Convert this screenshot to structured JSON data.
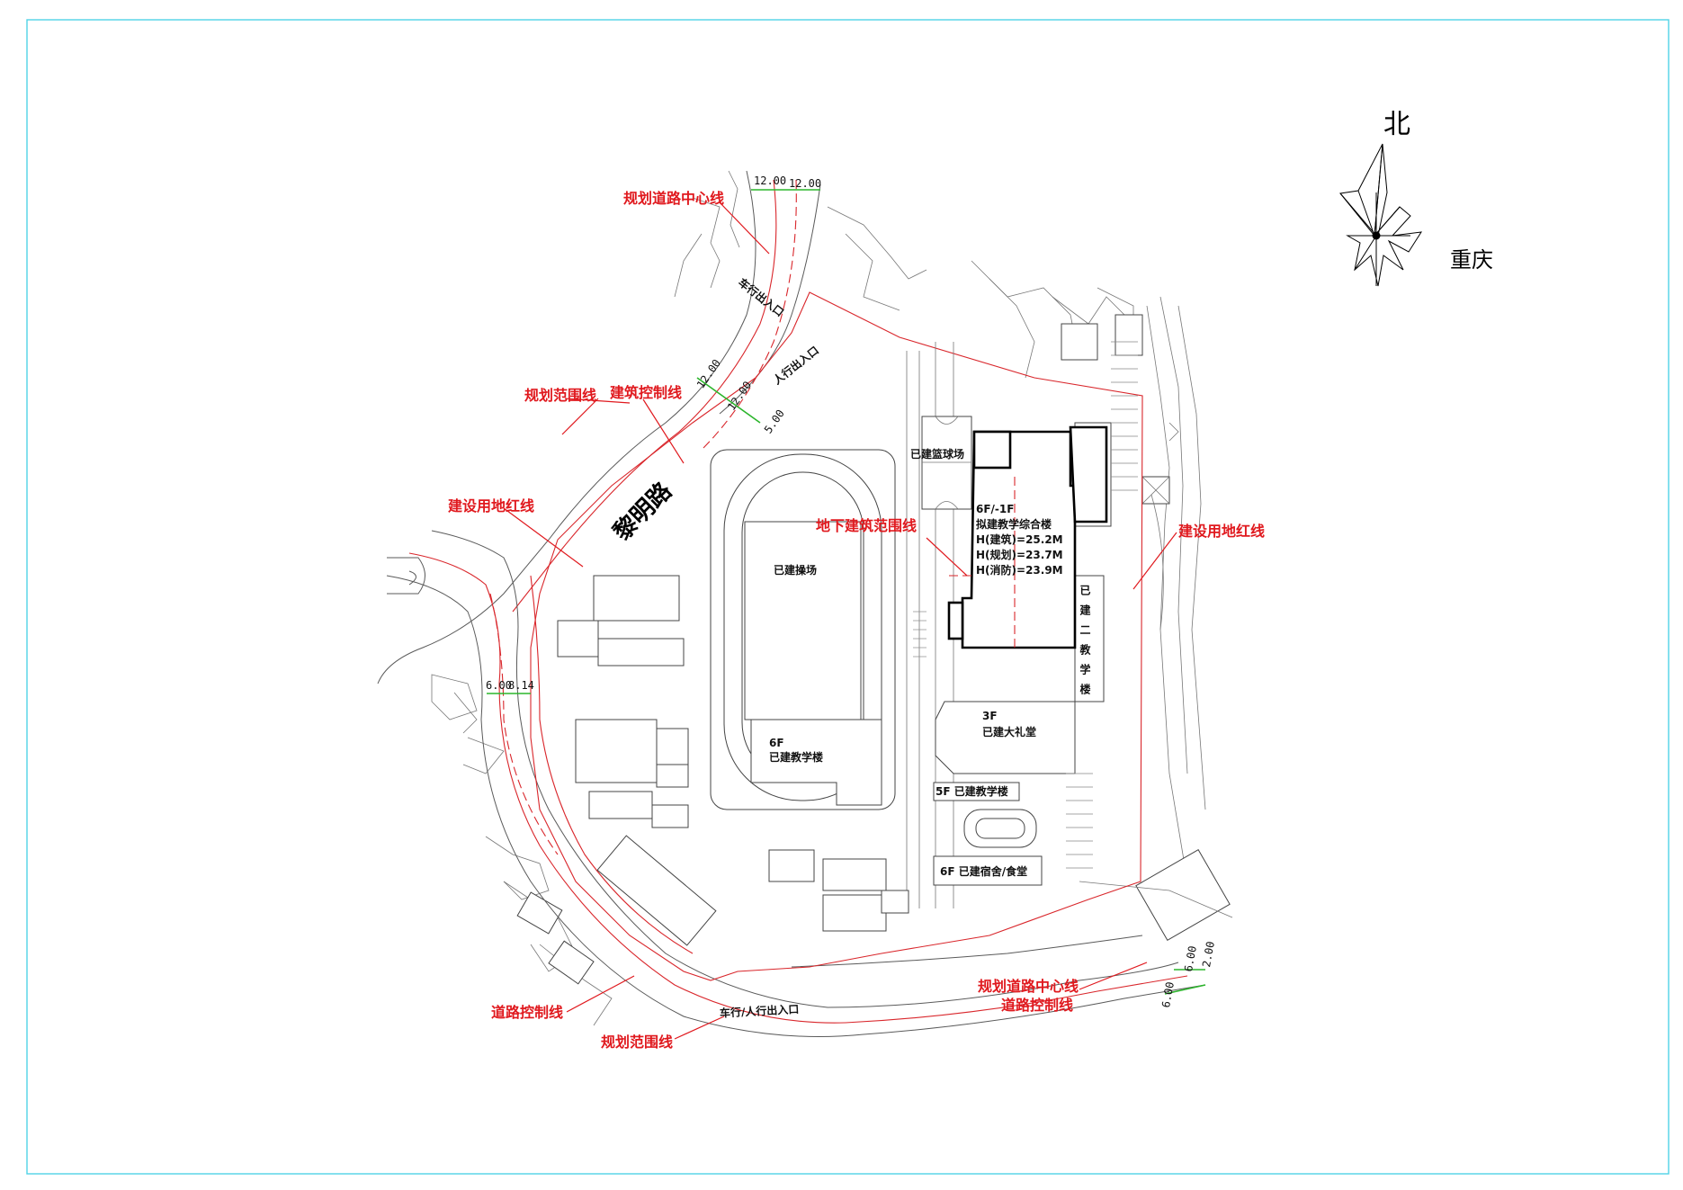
{
  "compass": {
    "north": "北",
    "city": "重庆"
  },
  "road_name": "黎明路",
  "facilities": {
    "basketball": "已建篮球场",
    "track": "已建操场",
    "new_building": [
      "6F/-1F",
      "拟建教学综合楼",
      "H(建筑)=25.2M",
      "H(规划)=23.7M",
      "H(消防)=23.9M"
    ],
    "teaching2": "已建二教学楼",
    "auditorium_floors": "3F",
    "auditorium": "已建大礼堂",
    "teaching_6f_floors": "6F",
    "teaching_6f": "已建教学楼",
    "teaching_5f": "5F  已建教学楼",
    "dorm": "6F  已建宿舍/食堂"
  },
  "entrances": {
    "vehicle": "车行出入口",
    "pedestrian": "人行出入口",
    "mixed": "车行/人行出入口"
  },
  "legend_labels": {
    "road_center_top": "规划道路中心线",
    "plan_range_left": "规划范围线",
    "build_control": "建筑控制线",
    "red_line_left": "建设用地红线",
    "underground": "地下建筑范围线",
    "red_line_right": "建设用地红线",
    "road_control_left": "道路控制线",
    "plan_range_bottom": "规划范围线",
    "road_center_bottom": "规划道路中心线",
    "road_control_bottom": "道路控制线"
  },
  "dimensions": {
    "top_a": "12.00",
    "top_b": "12.00",
    "mid_a": "12.00",
    "mid_b": "12.00",
    "mid_c": "5.00",
    "left_a": "6.00",
    "left_b": "8.14",
    "right_a": "6.00",
    "right_b": "2.00",
    "right_c": "6.00"
  }
}
